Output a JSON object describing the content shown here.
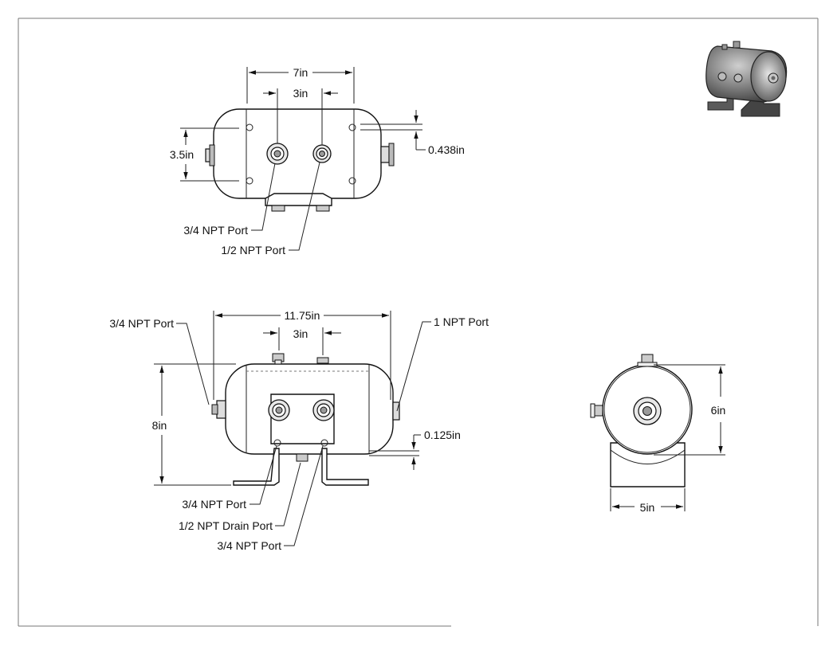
{
  "labels": {
    "top_width": "7in",
    "top_port_spacing": "3in",
    "top_height": "3.5in",
    "top_offset": "0.438in",
    "top_port_34": "3/4 NPT Port",
    "top_port_12": "1/2 NPT Port",
    "front_width": "11.75in",
    "front_port_spacing": "3in",
    "front_height": "8in",
    "front_offset": "0.125in",
    "front_left_port": "3/4 NPT Port",
    "front_right_port": "1 NPT Port",
    "front_bottom_port_a": "3/4 NPT Port",
    "front_drain_port": "1/2 NPT Drain Port",
    "front_bottom_port_b": "3/4 NPT Port",
    "side_height": "6in",
    "side_width": "5in"
  }
}
